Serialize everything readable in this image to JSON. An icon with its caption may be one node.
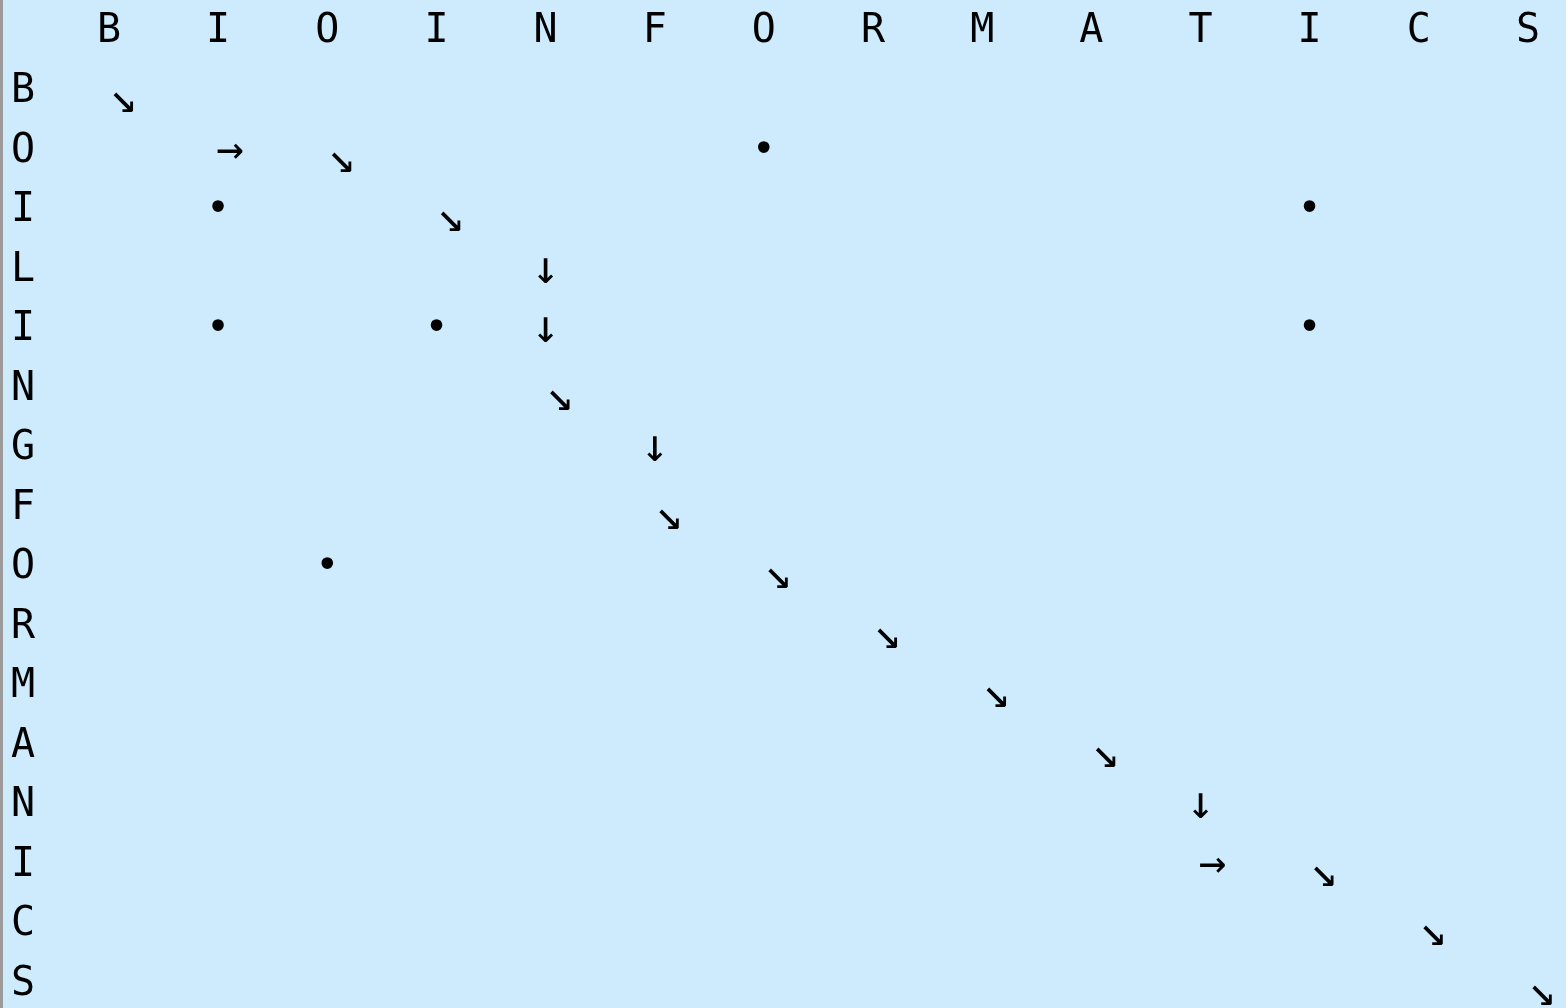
{
  "diagram": {
    "labels": [
      "B",
      "I",
      "O",
      "I",
      "N",
      "F",
      "O",
      "R",
      "M",
      "A",
      "T",
      "I",
      "C",
      "S",
      "B",
      "↘",
      "O",
      "→",
      "↘",
      "•",
      "I",
      "•",
      "↘",
      "•",
      "L",
      "↓",
      "I",
      "•",
      "•",
      "↓",
      "•",
      "N",
      "↘",
      "G",
      "↓",
      "F",
      "↘",
      "O",
      "•",
      "↘",
      "R",
      "↘",
      "M",
      "↘",
      "A",
      "↘",
      "N",
      "↓",
      "I",
      "→",
      "↘",
      "C",
      "↘",
      "S",
      "↘"
    ]
  }
}
